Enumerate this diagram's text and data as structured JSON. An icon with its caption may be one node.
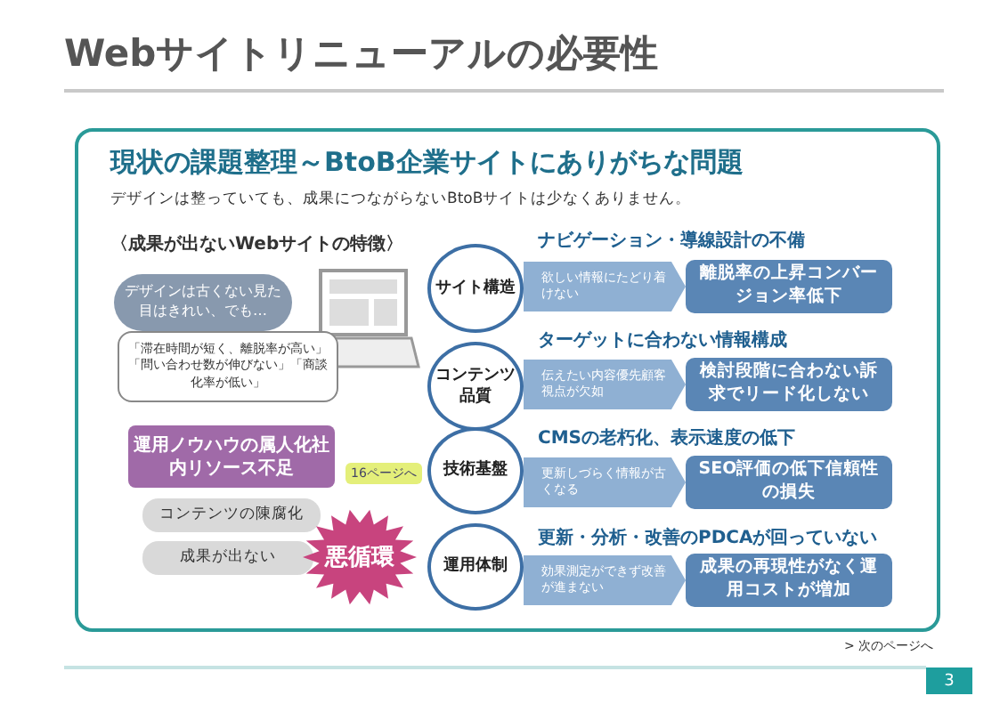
{
  "diagram": {
    "title": "Webサイトリニューアルの必要性",
    "nodes": [
      {
        "text": [
          "現状の課題整理～BtoB企業サイトにありがちな問題",
          "デザインは整っていても、成果につながらないBtoBサイトは少なくありません。"
        ]
      },
      {
        "text": [
          "デザインは古くない見た目はきれい、でも…"
        ],
        "in": 0
      },
      {
        "text": [
          "「滞在時間が短く、離脱率が高い」「問い合わせ数が伸びない」「商談化率が低い」"
        ],
        "in": 0
      },
      {
        "text": [
          "運用ノウハウの属人化社内リソース不足"
        ],
        "in": 0,
        "beside": [
          "16ページへ"
        ]
      },
      {
        "text": [
          "コンテンツの陳腐化"
        ],
        "in": 0
      },
      {
        "text": [
          "成果が出ない"
        ],
        "in": 0
      },
      {
        "text": [
          "悪循環"
        ],
        "in": 0
      },
      {
        "text": [
          "サイト構造"
        ],
        "in": 0
      },
      {
        "text": [
          "コンテンツ品質"
        ],
        "in": 0
      },
      {
        "text": [
          "技術基盤"
        ],
        "in": 0
      },
      {
        "text": [
          "運用体制"
        ],
        "in": 0
      },
      {
        "text": [
          "離脱率の上昇コンバージョン率低下"
        ],
        "in": 0
      },
      {
        "text": [
          "検討段階に合わない訴求でリード化しない"
        ],
        "in": 0
      },
      {
        "text": [
          "SEO評価の低下信頼性の損失"
        ],
        "in": 0
      },
      {
        "text": [
          "成果の再現性がなく運用コストが増加"
        ],
        "in": 0
      }
    ],
    "edges": [
      {
        "from": 7,
        "to": 11,
        "arrow": "to",
        "label": "欲しい情報にたどり着けない"
      },
      {
        "from": 8,
        "to": 12,
        "arrow": "to",
        "label": "伝えたい内容優先顧客視点が欠如"
      },
      {
        "from": 9,
        "to": 13,
        "arrow": "to",
        "label": "更新しづらく情報が古くなる"
      },
      {
        "from": 10,
        "to": 14,
        "arrow": "to",
        "label": "効果測定ができず改善が進まない"
      }
    ],
    "labels": [
      "〈成果が出ないWebサイトの特徴〉",
      "ナビゲーション・導線設計の不備",
      "ターゲットに合わない情報構成",
      "CMSの老朽化、表示速度の低下",
      "更新・分析・改善のPDCAが回っていない",
      "> 次のページへ",
      "3"
    ]
  }
}
